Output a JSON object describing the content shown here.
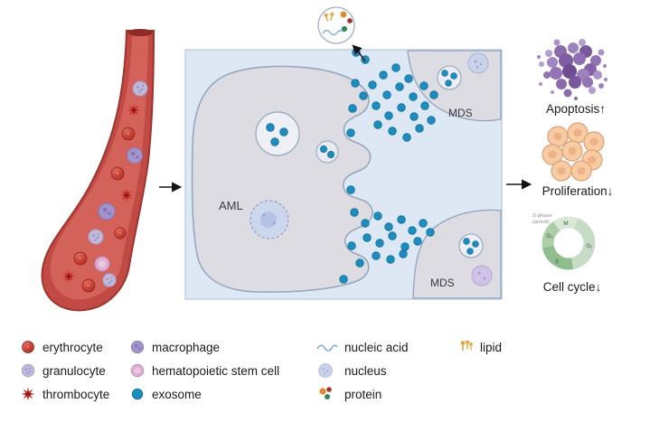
{
  "colors": {
    "vessel_red": "#c14a45",
    "box_background": "#dde8f4",
    "cell_gray": "#dcdce2",
    "exosome_blue": "#1d8cbe",
    "apoptosis_purple": "#8a6bac",
    "proliferation_orange": "#f7cba3",
    "cell_cycle_green": "#8fbe8d"
  },
  "compartments": {
    "aml_label": "AML",
    "mds_top_label": "MDS",
    "mds_bottom_label": "MDS"
  },
  "outcomes": [
    {
      "id": "apoptosis",
      "label": "Apoptosis↑"
    },
    {
      "id": "proliferation",
      "label": "Proliferation↓"
    },
    {
      "id": "cell-cycle",
      "label": "Cell cycle↓"
    }
  ],
  "cell_cycle": {
    "phases": [
      "G₁",
      "S",
      "G₂",
      "M"
    ],
    "annotation_line1": "S-phase",
    "annotation_line2": "(arrest)"
  },
  "legend": {
    "columns": [
      {
        "items": [
          {
            "id": "erythrocyte",
            "label": "erythrocyte"
          },
          {
            "id": "granulocyte",
            "label": "granulocyte"
          },
          {
            "id": "thrombocyte",
            "label": "thrombocyte"
          }
        ]
      },
      {
        "items": [
          {
            "id": "macrophage",
            "label": "macrophage"
          },
          {
            "id": "hematopoietic-stem-cell",
            "label": "hematopoietic stem cell"
          },
          {
            "id": "exosome",
            "label": "exosome"
          }
        ]
      },
      {
        "items": [
          {
            "id": "nucleic-acid",
            "label": "nucleic acid"
          },
          {
            "id": "nucleus",
            "label": "nucleus"
          },
          {
            "id": "protein",
            "label": "protein"
          }
        ]
      },
      {
        "items": [
          {
            "id": "lipid",
            "label": "lipid"
          }
        ]
      }
    ]
  }
}
